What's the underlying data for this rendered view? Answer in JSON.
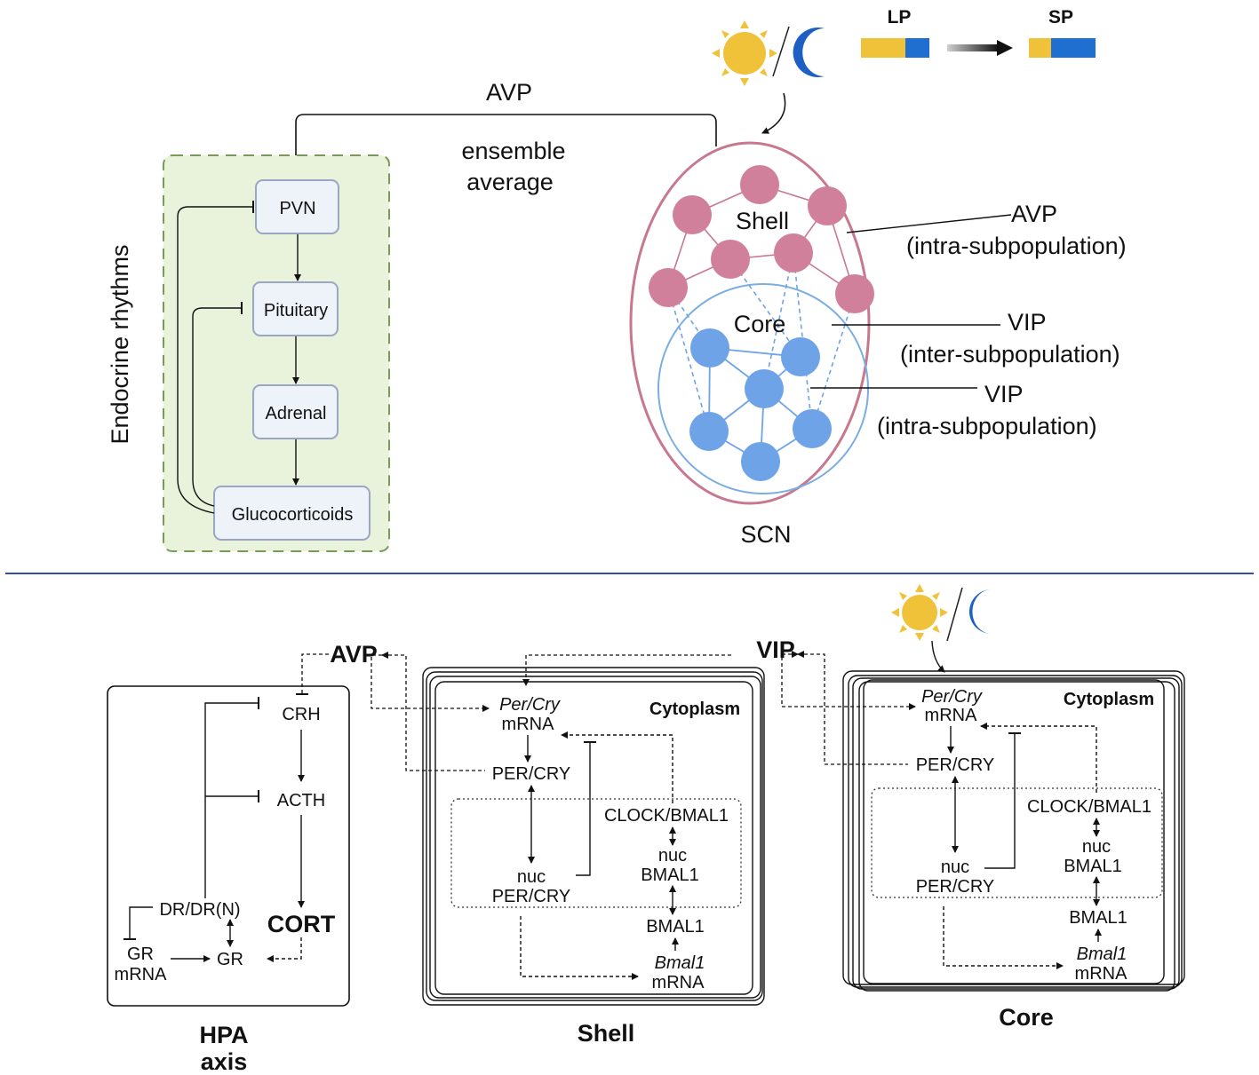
{
  "colors": {
    "shell_node": "#d0809a",
    "core_node": "#6fa3e8",
    "scn_outline": "#c8788e",
    "core_outline": "#7aaee2",
    "sun": "#f0c23a",
    "moon": "#1e5fc4",
    "day_bar": "#f0c23a",
    "night_bar": "#1e6fd0",
    "endocrine_bg": "#e9f3dc",
    "endocrine_border": "#7a9a5a",
    "box_fill": "#eef2f9",
    "box_border": "#9aa6c4",
    "divider": "#2f4fa0"
  },
  "icons": [
    "sun-icon",
    "moon-icon",
    "sun-icon-bottom",
    "moon-icon-bottom"
  ],
  "top": {
    "photoperiod": {
      "lp": "LP",
      "sp": "SP",
      "lp_day_fraction": 0.65,
      "sp_day_fraction": 0.33
    },
    "avp_label": "AVP",
    "ensemble": [
      "ensemble",
      "average"
    ],
    "endocrine_title": "Endocrine rhythms",
    "hpa_boxes": [
      "PVN",
      "Pituitary",
      "Adrenal",
      "Glucocorticoids"
    ],
    "scn": {
      "shell_label": "Shell",
      "core_label": "Core",
      "scn_label": "SCN"
    },
    "annotations": [
      {
        "head": "AVP",
        "sub": "(intra-subpopulation)"
      },
      {
        "head": "VIP",
        "sub": "(inter-subpopulation)"
      },
      {
        "head": "VIP",
        "sub": "(intra-subpopulation)"
      }
    ]
  },
  "bottom": {
    "hpa": {
      "crh": "CRH",
      "acth": "ACTH",
      "cort": "CORT",
      "dr": "DR/DR(N)",
      "gr": "GR",
      "gr_mrna": [
        "GR",
        "mRNA"
      ],
      "caption": [
        "HPA",
        "axis"
      ]
    },
    "avp": "AVP",
    "vip": "VIP",
    "shell": {
      "per_cry_mrna": [
        "Per/Cry",
        "mRNA"
      ],
      "cytoplasm": "Cytoplasm",
      "per_cry": "PER/CRY",
      "clock_bmal1": "CLOCK/BMAL1",
      "nuc_bmal1": [
        "nuc",
        "BMAL1"
      ],
      "nuc_per_cry": [
        "nuc",
        "PER/CRY"
      ],
      "bmal1": "BMAL1",
      "bmal1_mrna": [
        "Bmal1",
        "mRNA"
      ],
      "caption": "Shell"
    },
    "core": {
      "per_cry_mrna": [
        "Per/Cry",
        "mRNA"
      ],
      "cytoplasm": "Cytoplasm",
      "per_cry": "PER/CRY",
      "clock_bmal1": "CLOCK/BMAL1",
      "nuc_bmal1": [
        "nuc",
        "BMAL1"
      ],
      "nuc_per_cry": [
        "nuc",
        "PER/CRY"
      ],
      "bmal1": "BMAL1",
      "bmal1_mrna": [
        "Bmal1",
        "mRNA"
      ],
      "caption": "Core"
    }
  }
}
